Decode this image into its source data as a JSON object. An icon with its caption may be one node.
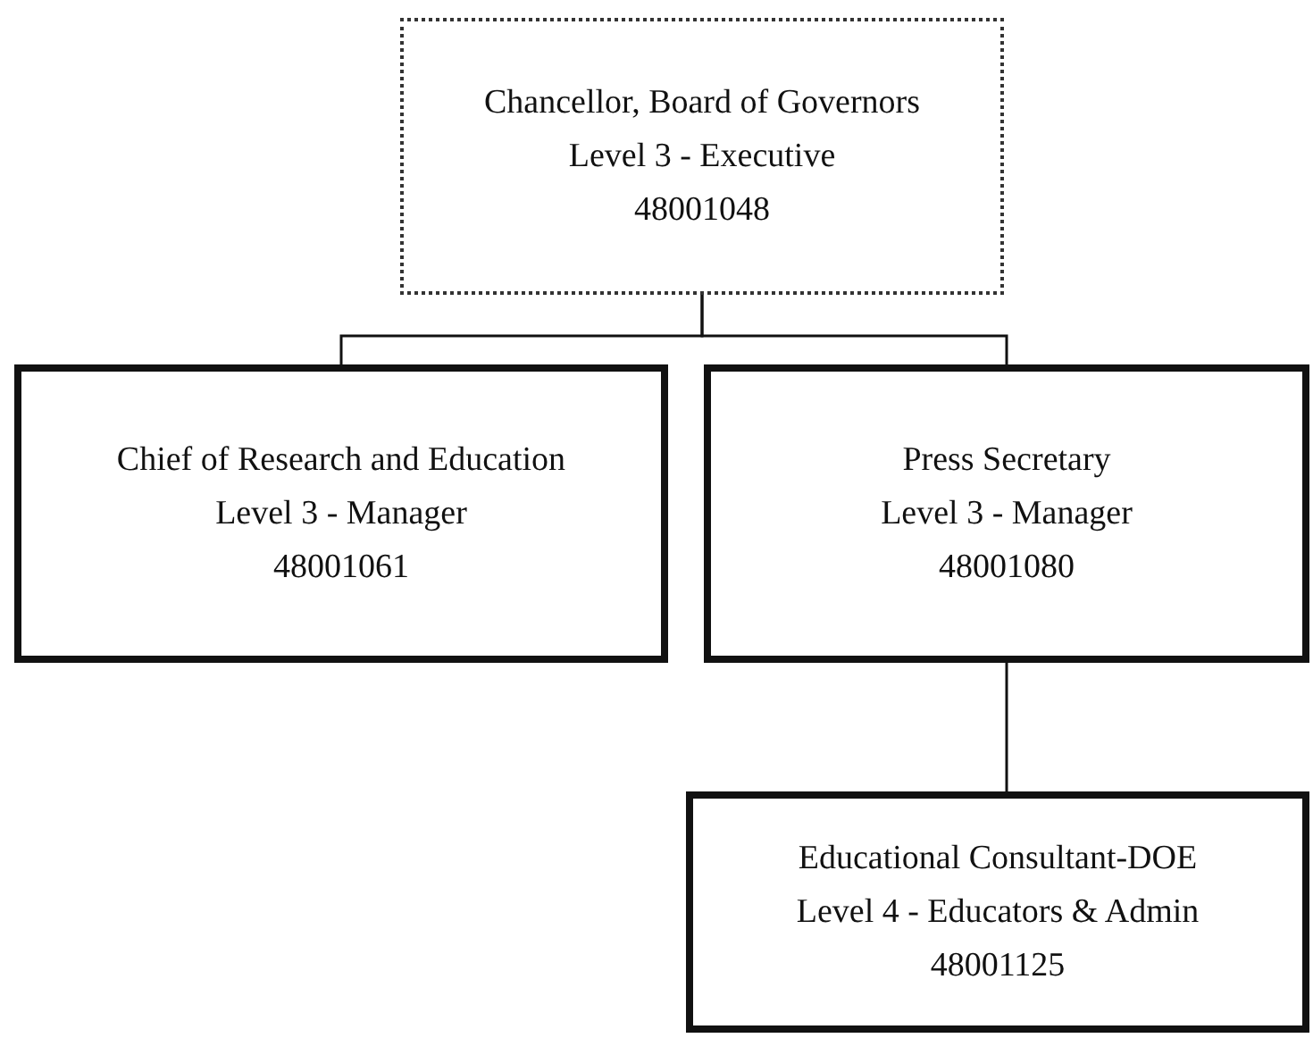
{
  "diagram": {
    "nodes": [
      {
        "text": [
          "Chancellor, Board of Governors",
          "Level 3 - Executive",
          "48001048"
        ]
      },
      {
        "text": [
          "Chief of Research and Education",
          "Level 3 - Manager",
          "48001061"
        ]
      },
      {
        "text": [
          "Press Secretary",
          "Level 3 - Manager",
          "48001080"
        ]
      },
      {
        "text": [
          "Educational Consultant-DOE",
          "Level 4 - Educators & Admin",
          "48001125"
        ]
      }
    ],
    "edges": [
      {
        "from": 0,
        "to": 1,
        "arrow": "none"
      },
      {
        "from": 0,
        "to": 2,
        "arrow": "none"
      },
      {
        "from": 2,
        "to": 3,
        "arrow": "none"
      }
    ]
  }
}
